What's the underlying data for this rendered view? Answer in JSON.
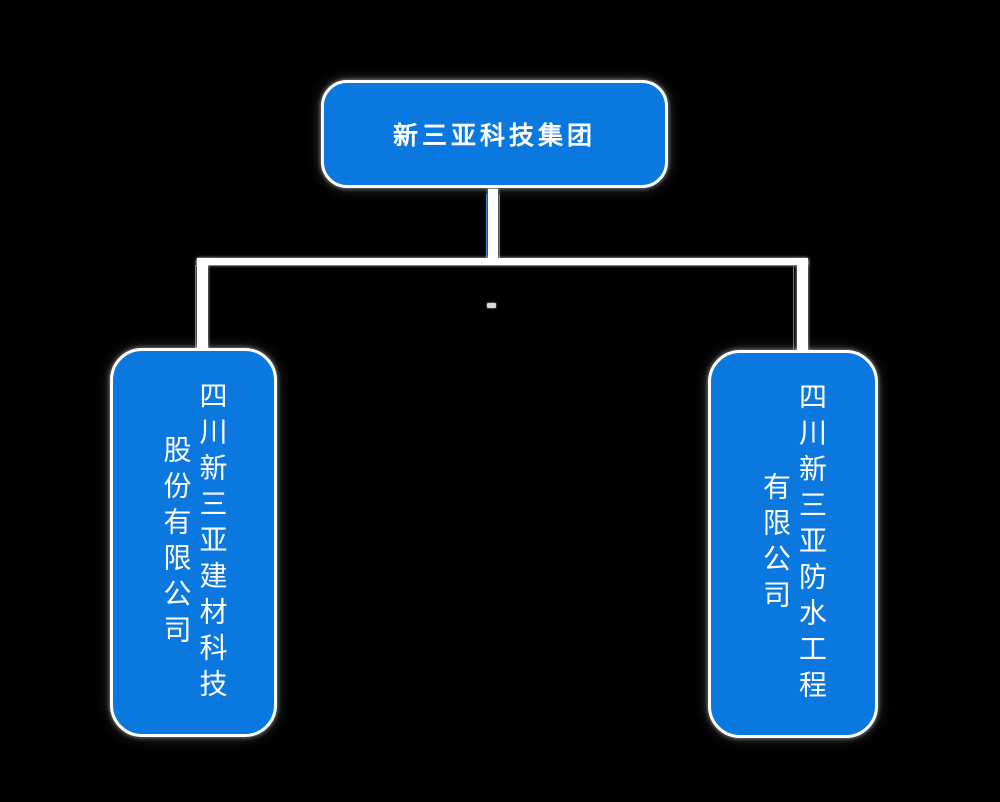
{
  "diagram": {
    "type": "org-chart",
    "root": {
      "label": "新三亚科技集团"
    },
    "children": [
      {
        "full_name": "四川新三亚建材科技股份有限公司",
        "line1": "四川新三亚建材科技",
        "line2": "股份有限公司"
      },
      {
        "full_name": "四川新三亚防水工程有限公司",
        "line1": "四川新三亚防水工程",
        "line2": "有限公司"
      }
    ]
  },
  "colors": {
    "background": "#000000",
    "node_fill": "#0b78e0",
    "node_border": "#ffffff",
    "text": "#ffffff",
    "connector_blue": "#3f86d6",
    "connector_white": "#ffffff"
  }
}
